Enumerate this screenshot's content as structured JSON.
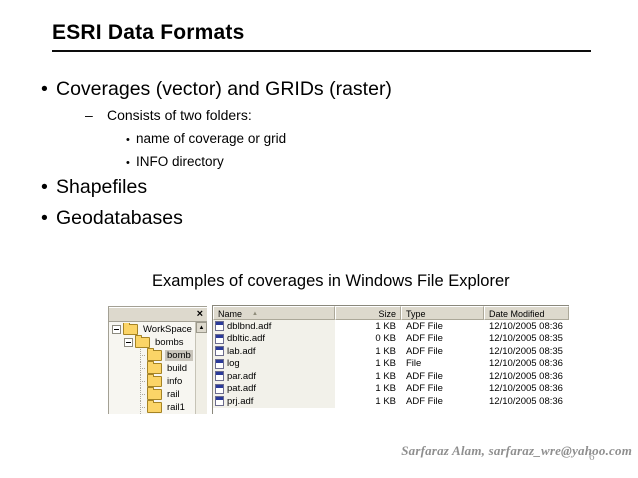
{
  "slide": {
    "title": "ESRI Data Formats",
    "bullets": [
      {
        "marker": "•",
        "text": "Coverages (vector) and GRIDs (raster)"
      },
      {
        "marker": "–",
        "text": "Consists of two folders:"
      },
      {
        "marker": "•",
        "text": "name of coverage or grid"
      },
      {
        "marker": "•",
        "text": "INFO directory"
      },
      {
        "marker": "•",
        "text": "Shapefiles"
      },
      {
        "marker": "•",
        "text": "Geodatabases"
      }
    ],
    "caption": "Examples of coverages in Windows File Explorer",
    "footer": "Sarfaraz Alam, sarfaraz_wre@yahoo.com",
    "slide_number": "6"
  },
  "explorer": {
    "close_icon": "×",
    "scroll_up_icon": "▲",
    "sort_icon": "▲",
    "colors": {
      "chrome_gray": "#ddd9cd",
      "tree_background": "#f7f6f1",
      "selected_item_background": "#c9c5bb",
      "sorted_column_tint": "#f2f1ea",
      "folder_yellow": "#fbd467",
      "file_icon_blue": "#2a3a9a"
    },
    "tree": [
      {
        "label": "WorkSpace",
        "level": 0,
        "expanded": true,
        "selected": false
      },
      {
        "label": "bombs",
        "level": 1,
        "expanded": true,
        "selected": false
      },
      {
        "label": "bomb",
        "level": 2,
        "expanded": false,
        "selected": true
      },
      {
        "label": "build",
        "level": 2,
        "expanded": false,
        "selected": false
      },
      {
        "label": "info",
        "level": 2,
        "expanded": false,
        "selected": false
      },
      {
        "label": "rail",
        "level": 2,
        "expanded": false,
        "selected": false
      },
      {
        "label": "rail1",
        "level": 2,
        "expanded": false,
        "selected": false
      }
    ],
    "columns": [
      "Name",
      "Size",
      "Type",
      "Date Modified"
    ],
    "files": [
      {
        "name": "dblbnd.adf",
        "size": "1 KB",
        "type": "ADF File",
        "date": "12/10/2005 08:36"
      },
      {
        "name": "dbltic.adf",
        "size": "0 KB",
        "type": "ADF File",
        "date": "12/10/2005 08:35"
      },
      {
        "name": "lab.adf",
        "size": "1 KB",
        "type": "ADF File",
        "date": "12/10/2005 08:35"
      },
      {
        "name": "log",
        "size": "1 KB",
        "type": "File",
        "date": "12/10/2005 08:36"
      },
      {
        "name": "par.adf",
        "size": "1 KB",
        "type": "ADF File",
        "date": "12/10/2005 08:36"
      },
      {
        "name": "pat.adf",
        "size": "1 KB",
        "type": "ADF File",
        "date": "12/10/2005 08:36"
      },
      {
        "name": "prj.adf",
        "size": "1 KB",
        "type": "ADF File",
        "date": "12/10/2005 08:36"
      }
    ]
  }
}
